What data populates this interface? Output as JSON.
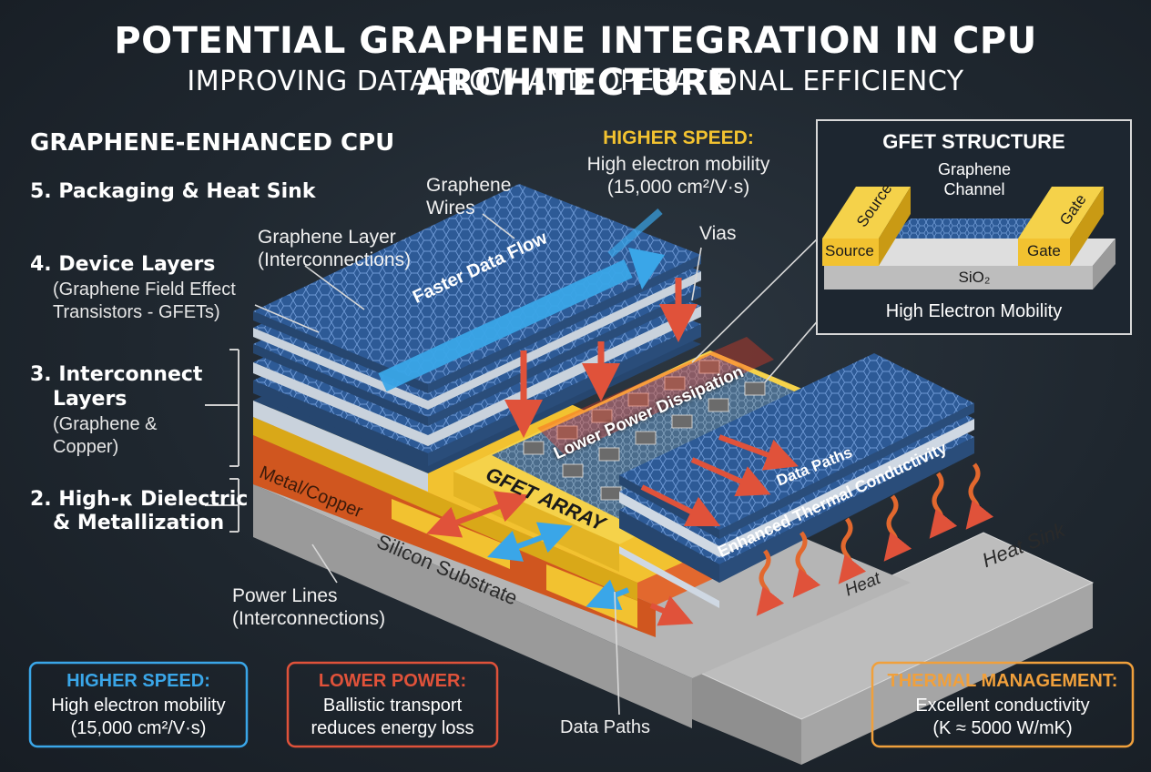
{
  "header": {
    "title": "POTENTIAL GRAPHENE INTEGRATION IN CPU ARCHITECTURE",
    "subtitle": "IMPROVING DATA FLOW AND OPERATIONAL EFFICIENCY"
  },
  "left_panel": {
    "heading": "GRAPHENE-ENHANCED CPU",
    "layers": [
      {
        "title": "5. Packaging & Heat Sink",
        "desc": ""
      },
      {
        "title": "4. Device Layers",
        "desc": "(Graphene Field Effect Transistors - GFETs)"
      },
      {
        "title": "3. Interconnect Layers",
        "desc": "(Graphene & Copper)"
      },
      {
        "title": "2. High-κ Dielectric & Metallization",
        "desc": ""
      }
    ],
    "layer4_desc_line1": "(Graphene Field Effect",
    "layer4_desc_line2": "Transistors - GFETs)",
    "layer3_title_line1": "3. Interconnect",
    "layer3_title_line2": "Layers",
    "layer3_desc_line1": "(Graphene &",
    "layer3_desc_line2": "Copper)",
    "layer2_title_line1": "2. High-κ Dielectric",
    "layer2_title_line2": "& Metallization"
  },
  "diagram": {
    "graphene_wires_l1": "Graphene",
    "graphene_wires_l2": "Wires",
    "graphene_layer_l1": "Graphene Layer",
    "graphene_layer_l2": "(Interconnections)",
    "vias": "Vias",
    "faster_data_flow": "Faster Data Flow",
    "lower_power_dissipation": "Lower Power Dissipation",
    "gfet_array": "GFET ARRAY",
    "data_paths_inner": "Data Paths",
    "enhanced_thermal": "Enhanced Thermal Conductivity",
    "metal_copper": "Metal/Copper",
    "silicon_substrate": "Silicon Substrate",
    "heat": "Heat",
    "heat_sink": "Heat Sink",
    "power_lines_l1": "Power Lines",
    "power_lines_l2": "(Interconnections)",
    "data_paths_bottom": "Data Paths",
    "higher_speed_title": "HIGHER SPEED:",
    "higher_speed_l1": "High electron mobility",
    "higher_speed_l2": "(15,000 cm²/V·s)"
  },
  "gfet_inset": {
    "title": "GFET STRUCTURE",
    "channel_l1": "Graphene",
    "channel_l2": "Channel",
    "source_top": "Source",
    "gate_top": "Gate",
    "source_front": "Source",
    "gate_front": "Gate",
    "substrate": "SiO₂",
    "caption": "High Electron Mobility"
  },
  "bottom_boxes": [
    {
      "title": "HIGHER SPEED:",
      "line1": "High electron mobility",
      "line2": "(15,000 cm²/V·s)",
      "color": "#3aa6e8"
    },
    {
      "title": "LOWER POWER:",
      "line1": "Ballistic transport",
      "line2": "reduces energy loss",
      "color": "#e0523a"
    },
    {
      "title": "THERMAL MANAGEMENT:",
      "line1": "Excellent conductivity",
      "line2": "(K ≈ 5000 W/mK)",
      "color": "#f0a03c"
    }
  ],
  "colors": {
    "graphene_blue": "#2f5d9a",
    "accent_yellow": "#f2c230",
    "copper_orange": "#e2682e",
    "silicon_gray": "#a9a9a9",
    "arrow_blue": "#3aa6e8",
    "arrow_red": "#e0523a"
  }
}
